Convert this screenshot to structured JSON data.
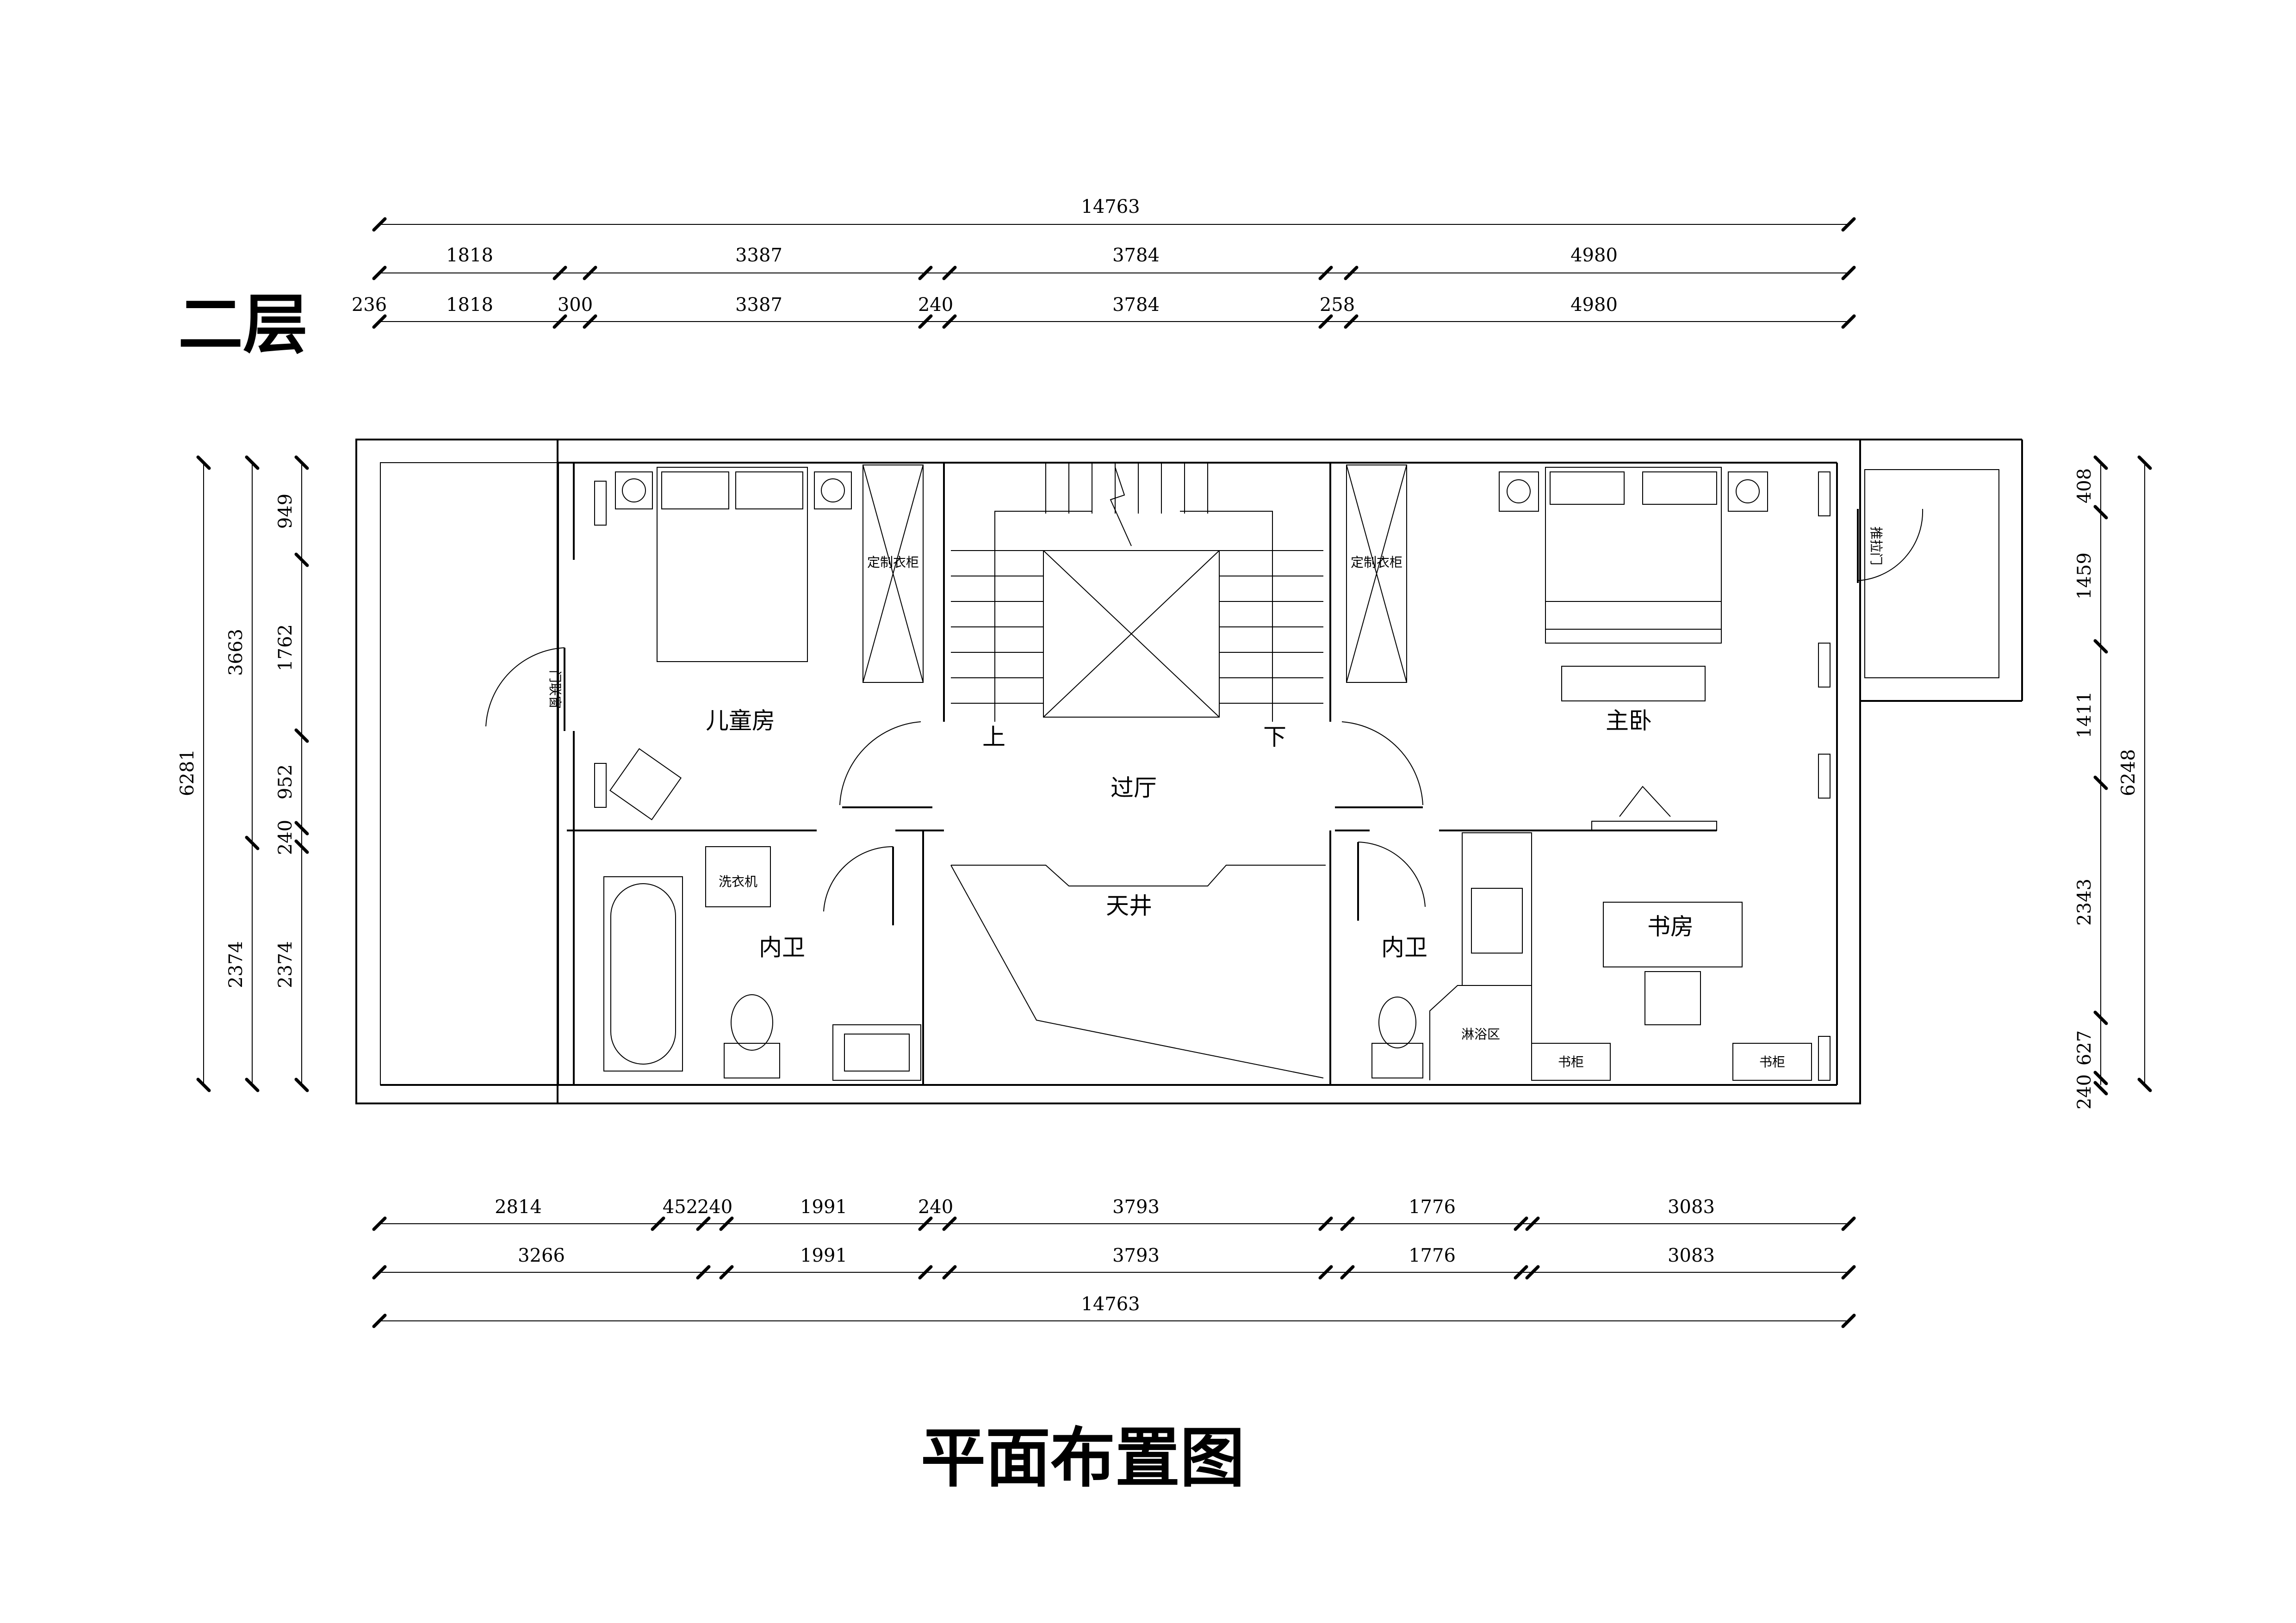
{
  "floor_label": "二层",
  "page_title": "平面布置图",
  "dims": {
    "top_total": "14763",
    "top_row1": [
      "1818",
      "3387",
      "3784",
      "4980"
    ],
    "top_row2": [
      "236",
      "1818",
      "300",
      "3387",
      "240",
      "3784",
      "258",
      "4980"
    ],
    "bottom_row1": [
      "2814",
      "452",
      "240",
      "1991",
      "240",
      "3793",
      "1776",
      "3083"
    ],
    "bottom_row2": [
      "3266",
      "1991",
      "3793",
      "1776",
      "3083"
    ],
    "bottom_total": "14763",
    "left_total": "6281",
    "left_mid": [
      "3663",
      "2374"
    ],
    "left_inner": [
      "949",
      "1762",
      "952",
      "240",
      "2374"
    ],
    "right_inner": [
      "408",
      "1459",
      "1411",
      "2343",
      "627",
      "240"
    ],
    "right_total": "6248"
  },
  "rooms": {
    "kids_room": "儿童房",
    "master_bedroom": "主卧",
    "hall": "过厅",
    "atrium": "天井",
    "bath_left": "内卫",
    "bath_right": "内卫",
    "study": "书房"
  },
  "fixtures": {
    "wardrobe_left": "定制衣柜",
    "wardrobe_right": "定制衣柜",
    "washer": "洗衣机",
    "shower": "淋浴区",
    "bookcase_left": "书柜",
    "bookcase_right": "书柜",
    "stairs_up": "上",
    "stairs_down": "下",
    "balcony_door_left": "门联窗",
    "balcony_door_right": "推拉门"
  }
}
